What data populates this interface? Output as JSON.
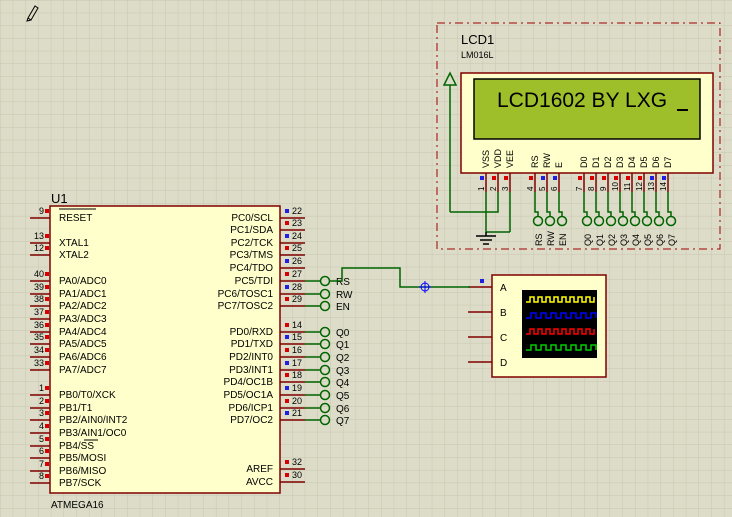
{
  "lcd": {
    "ref": "LCD1",
    "model": "LM016L",
    "display_text": "LCD1602 BY LXG",
    "top_pins": [
      "VSS",
      "VDD",
      "VEE",
      "RS",
      "RW",
      "E",
      "D0",
      "D1",
      "D2",
      "D3",
      "D4",
      "D5",
      "D6",
      "D7"
    ],
    "pin_numbers": [
      "1",
      "2",
      "3",
      "4",
      "5",
      "6",
      "7",
      "8",
      "9",
      "10",
      "11",
      "12",
      "13",
      "14"
    ],
    "bottom_labels": [
      "RS",
      "RW",
      "EN",
      "Q0",
      "Q1",
      "Q2",
      "Q3",
      "Q4",
      "Q5",
      "Q6",
      "Q7"
    ]
  },
  "mcu": {
    "ref": "U1",
    "model": "ATMEGA16",
    "left_pins": [
      {
        "num": "9",
        "name": "RESET"
      },
      {
        "num": "13",
        "name": "XTAL1"
      },
      {
        "num": "12",
        "name": "XTAL2"
      },
      {
        "num": "40",
        "name": "PA0/ADC0"
      },
      {
        "num": "39",
        "name": "PA1/ADC1"
      },
      {
        "num": "38",
        "name": "PA2/ADC2"
      },
      {
        "num": "37",
        "name": "PA3/ADC3"
      },
      {
        "num": "36",
        "name": "PA4/ADC4"
      },
      {
        "num": "35",
        "name": "PA5/ADC5"
      },
      {
        "num": "34",
        "name": "PA6/ADC6"
      },
      {
        "num": "33",
        "name": "PA7/ADC7"
      },
      {
        "num": "1",
        "name": "PB0/T0/XCK"
      },
      {
        "num": "2",
        "name": "PB1/T1"
      },
      {
        "num": "3",
        "name": "PB2/AIN0/INT2"
      },
      {
        "num": "4",
        "name": "PB3/AIN1/OC0"
      },
      {
        "num": "5",
        "name": "PB4/SS"
      },
      {
        "num": "6",
        "name": "PB5/MOSI"
      },
      {
        "num": "7",
        "name": "PB6/MISO"
      },
      {
        "num": "8",
        "name": "PB7/SCK"
      }
    ],
    "right_pins": [
      {
        "num": "22",
        "name": "PC0/SCL",
        "label": ""
      },
      {
        "num": "23",
        "name": "PC1/SDA",
        "label": ""
      },
      {
        "num": "24",
        "name": "PC2/TCK",
        "label": ""
      },
      {
        "num": "25",
        "name": "PC3/TMS",
        "label": ""
      },
      {
        "num": "26",
        "name": "PC4/TDO",
        "label": ""
      },
      {
        "num": "27",
        "name": "PC5/TDI",
        "label": "RS"
      },
      {
        "num": "28",
        "name": "PC6/TOSC1",
        "label": "RW"
      },
      {
        "num": "29",
        "name": "PC7/TOSC2",
        "label": "EN"
      },
      {
        "num": "14",
        "name": "PD0/RXD",
        "label": "Q0"
      },
      {
        "num": "15",
        "name": "PD1/TXD",
        "label": "Q1"
      },
      {
        "num": "16",
        "name": "PD2/INT0",
        "label": "Q2"
      },
      {
        "num": "17",
        "name": "PD3/INT1",
        "label": "Q3"
      },
      {
        "num": "18",
        "name": "PD4/OC1B",
        "label": "Q4"
      },
      {
        "num": "19",
        "name": "PD5/OC1A",
        "label": "Q5"
      },
      {
        "num": "20",
        "name": "PD6/ICP1",
        "label": "Q6"
      },
      {
        "num": "21",
        "name": "PD7/OC2",
        "label": "Q7"
      },
      {
        "num": "32",
        "name": "AREF",
        "label": ""
      },
      {
        "num": "30",
        "name": "AVCC",
        "label": ""
      }
    ]
  },
  "scope": {
    "channels": [
      "A",
      "B",
      "C",
      "D"
    ],
    "trace_colors": [
      "#ffff00",
      "#0000ff",
      "#ff0000",
      "#00cc00"
    ]
  },
  "colors": {
    "background": "#dcdcc8",
    "component_outline": "#800000",
    "component_fill": "#ffffcc",
    "wire": "#006400",
    "lcd_screen": "#9fbf2a",
    "pin_red": "#d80000",
    "pin_blue": "#2020e0"
  }
}
